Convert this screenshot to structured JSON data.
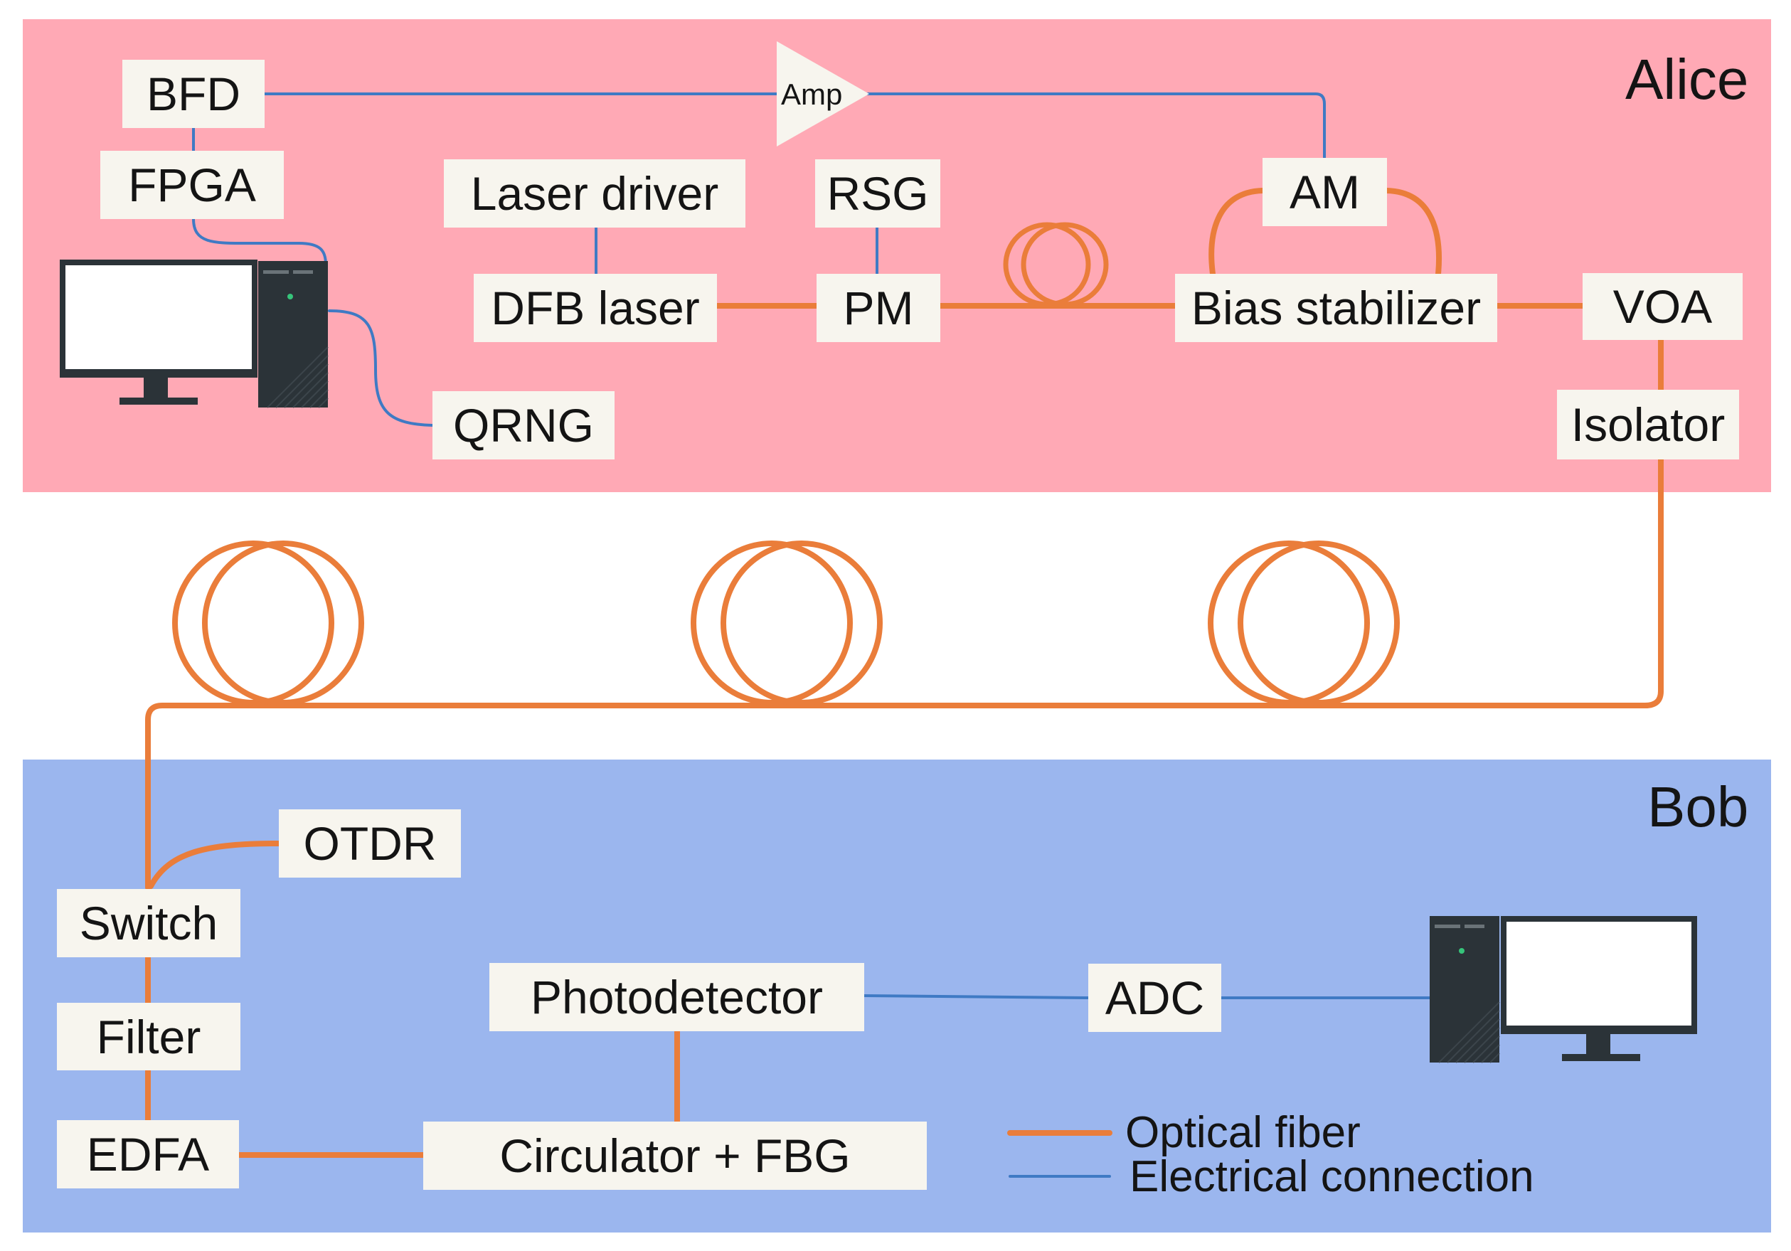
{
  "colors": {
    "alice_bg": "#ffa9b5",
    "bob_bg": "#9bb6ee",
    "optical_fiber": "#ea7d3a",
    "electrical": "#3f7ac4",
    "box_fill": "#f7f5ee",
    "computer_dark": "#2b3338"
  },
  "regions": {
    "alice": "Alice",
    "bob": "Bob"
  },
  "components": {
    "bfd": "BFD",
    "fpga": "FPGA",
    "amp": "Amp",
    "am": "AM",
    "laser_driver": "Laser driver",
    "rsg": "RSG",
    "dfb_laser": "DFB laser",
    "pm": "PM",
    "bias_stabilizer": "Bias stabilizer",
    "voa": "VOA",
    "isolator": "Isolator",
    "qrng": "QRNG",
    "otdr": "OTDR",
    "switch": "Switch",
    "filter": "Filter",
    "edfa": "EDFA",
    "photodetector": "Photodetector",
    "circulator_fbg": "Circulator + FBG",
    "adc": "ADC"
  },
  "icons": [
    "computer-icon",
    "fiber-spool-icon",
    "amplifier-icon"
  ],
  "legend": {
    "optical": "Optical fiber",
    "electrical": "Electrical connection"
  }
}
